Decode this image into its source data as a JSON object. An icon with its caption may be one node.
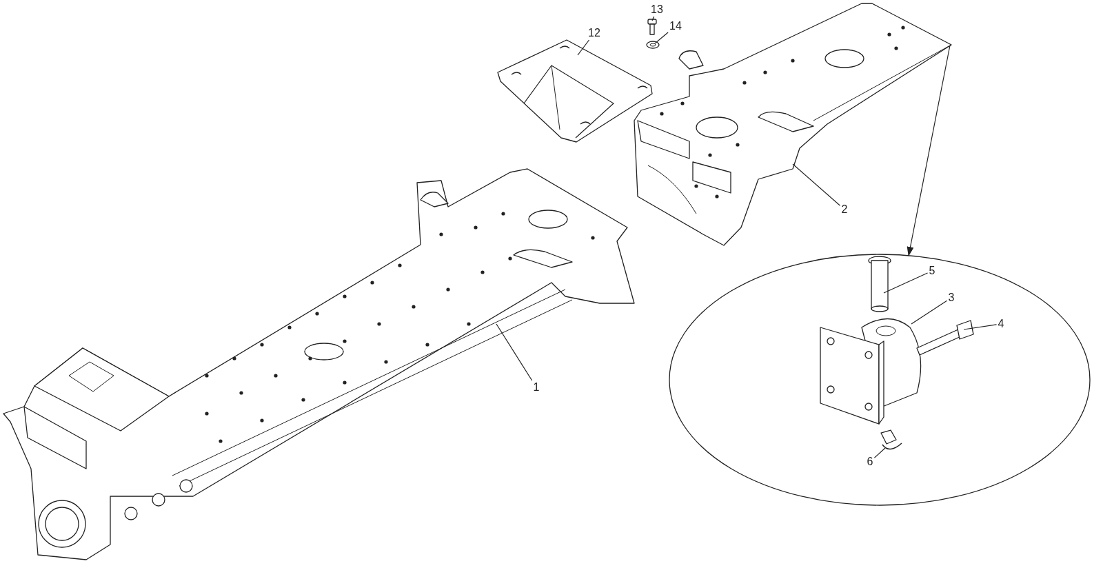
{
  "diagram": {
    "nodes": [
      {
        "text": [
          "13"
        ]
      },
      {
        "text": [
          "14"
        ]
      },
      {
        "text": [
          "12"
        ]
      },
      {
        "text": [],
        "shape": "picture"
      },
      {
        "text": [],
        "shape": "picture"
      },
      {
        "text": [],
        "shape": "picture"
      },
      {
        "text": [],
        "shape": "picture"
      },
      {
        "text": [
          "2"
        ]
      },
      {
        "text": [],
        "shape": "picture"
      },
      {
        "text": [
          "1"
        ]
      },
      {
        "text": [],
        "shape": "circle"
      },
      {
        "text": [
          "5"
        ],
        "in": 10
      },
      {
        "text": [],
        "shape": "cylinder",
        "in": 10
      },
      {
        "text": [
          "3"
        ],
        "in": 10
      },
      {
        "text": [],
        "shape": "picture",
        "in": 10
      },
      {
        "text": [
          "4"
        ],
        "in": 10
      },
      {
        "text": [],
        "shape": "bar",
        "in": 10
      },
      {
        "text": [],
        "shape": "picture",
        "in": 10
      },
      {
        "text": [
          "6"
        ],
        "in": 10
      }
    ],
    "edges": [
      {
        "from": 0,
        "to": 4,
        "arrow": "none"
      },
      {
        "from": 1,
        "to": 5,
        "arrow": "none"
      },
      {
        "from": 2,
        "to": 3,
        "arrow": "none"
      },
      {
        "from": 7,
        "to": 6,
        "arrow": "none"
      },
      {
        "from": 9,
        "to": 8,
        "arrow": "none"
      },
      {
        "from": 11,
        "to": 12,
        "arrow": "none"
      },
      {
        "from": 13,
        "to": 14,
        "arrow": "none"
      },
      {
        "from": 15,
        "to": 16,
        "arrow": "none"
      },
      {
        "from": 18,
        "to": 17,
        "arrow": "none"
      },
      {
        "from": 6,
        "to": 10,
        "arrow": "to"
      }
    ]
  }
}
